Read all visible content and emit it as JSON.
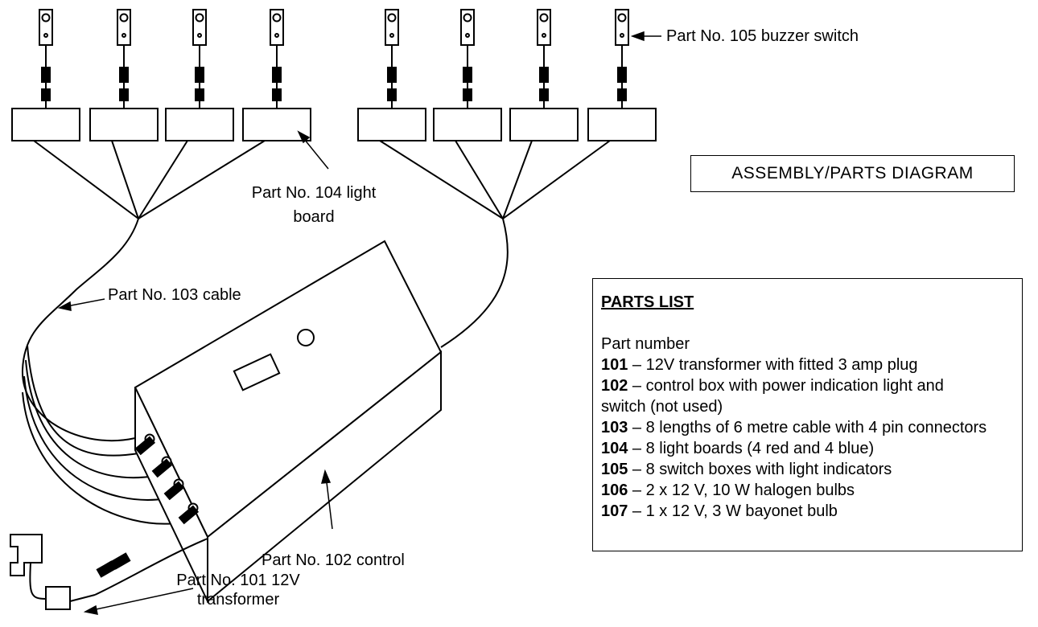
{
  "diagram": {
    "title": "ASSEMBLY/PARTS  DIAGRAM",
    "labels": {
      "switch": "Part No. 105 buzzer switch",
      "light_board_line1": "Part No. 104 light",
      "light_board_line2": "board",
      "cable": "Part No. 103 cable",
      "control": "Part No. 102 control",
      "transformer_line1": "Part No. 101 12V",
      "transformer_line2": "transformer"
    }
  },
  "parts_list": {
    "heading": "PARTS LIST",
    "subheading": "Part number",
    "items": [
      {
        "number": "101",
        "text": " – 12V transformer with fitted 3 amp plug"
      },
      {
        "number": "102",
        "text": " – control box with power indication light and"
      },
      {
        "number": "",
        "text": "switch (not used)"
      },
      {
        "number": "103",
        "text": " – 8 lengths of 6 metre cable with 4 pin connectors"
      },
      {
        "number": "104",
        "text": " – 8 light boards (4 red and 4 blue)"
      },
      {
        "number": "105",
        "text": " – 8 switch boxes with light indicators"
      },
      {
        "number": "106",
        "text": " – 2  x  12 V, 10 W halogen bulbs"
      },
      {
        "number": "107",
        "text": " – 1  x  12 V, 3 W bayonet bulb"
      }
    ]
  }
}
